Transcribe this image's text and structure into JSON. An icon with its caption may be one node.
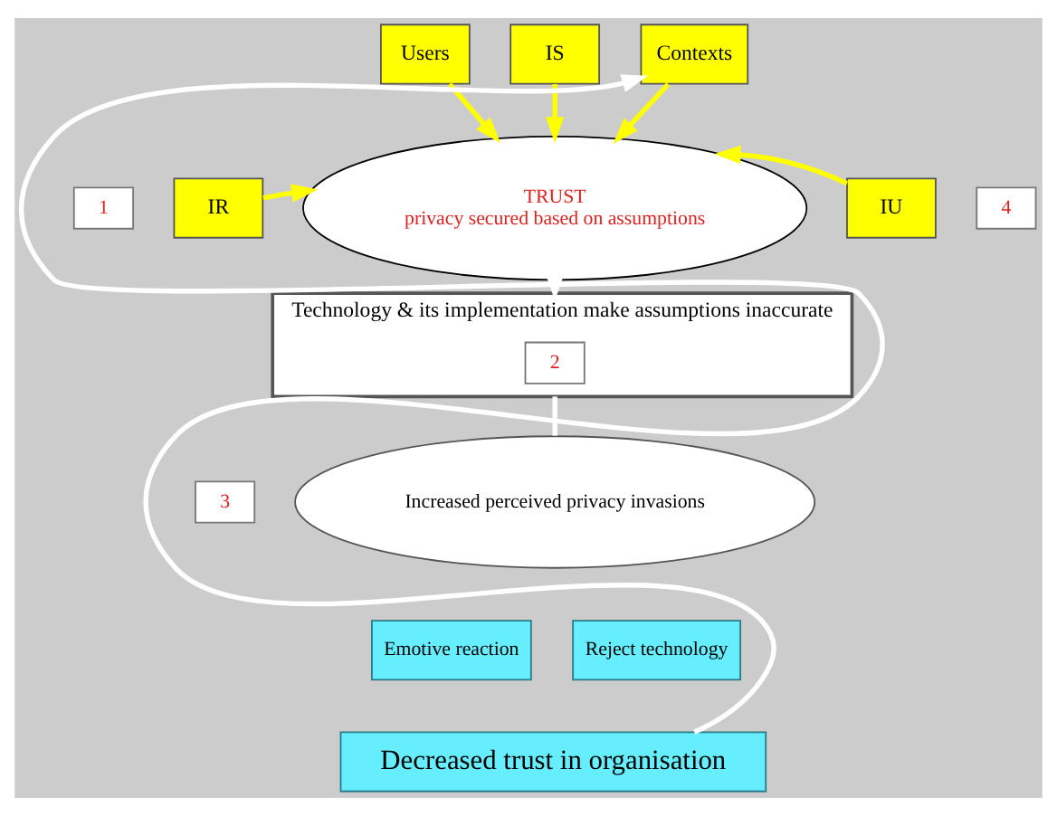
{
  "diagram": {
    "nodes": [
      {
        "text": [
          "Users"
        ]
      },
      {
        "text": [
          "IS"
        ]
      },
      {
        "text": [
          "Contexts"
        ]
      },
      {
        "text": [
          "IR"
        ]
      },
      {
        "text": [
          "IU"
        ]
      },
      {
        "text": [
          "TRUST",
          "privacy secured based on assumptions"
        ]
      },
      {
        "text": [
          "1"
        ]
      },
      {
        "text": [
          "4"
        ]
      },
      {
        "text": [
          "Technology & its implementation make assumptions inaccurate"
        ]
      },
      {
        "text": [
          "2"
        ],
        "in": 8
      },
      {
        "text": [
          "Increased perceived privacy invasions"
        ]
      },
      {
        "text": [
          "3"
        ]
      },
      {
        "text": [
          "Emotive reaction"
        ]
      },
      {
        "text": [
          "Reject technology"
        ]
      },
      {
        "text": [
          "Decreased trust in organisation"
        ]
      }
    ],
    "edges": [
      {
        "from": 0,
        "to": 5,
        "arrow": "to",
        "color": "#ffff00"
      },
      {
        "from": 1,
        "to": 5,
        "arrow": "to",
        "color": "#ffff00"
      },
      {
        "from": 2,
        "to": 5,
        "arrow": "to",
        "color": "#ffff00"
      },
      {
        "from": 3,
        "to": 5,
        "arrow": "to",
        "color": "#ffff00"
      },
      {
        "from": 4,
        "to": 5,
        "arrow": "to",
        "color": "#ffff00"
      },
      {
        "from": 5,
        "to": 8,
        "arrow": "to",
        "color": "#ffffff"
      },
      {
        "from": 8,
        "to": 10,
        "arrow": "none",
        "color": "#ffffff"
      },
      {
        "from": 14,
        "to": 2,
        "arrow": "to",
        "color": "#ffffff"
      }
    ]
  }
}
